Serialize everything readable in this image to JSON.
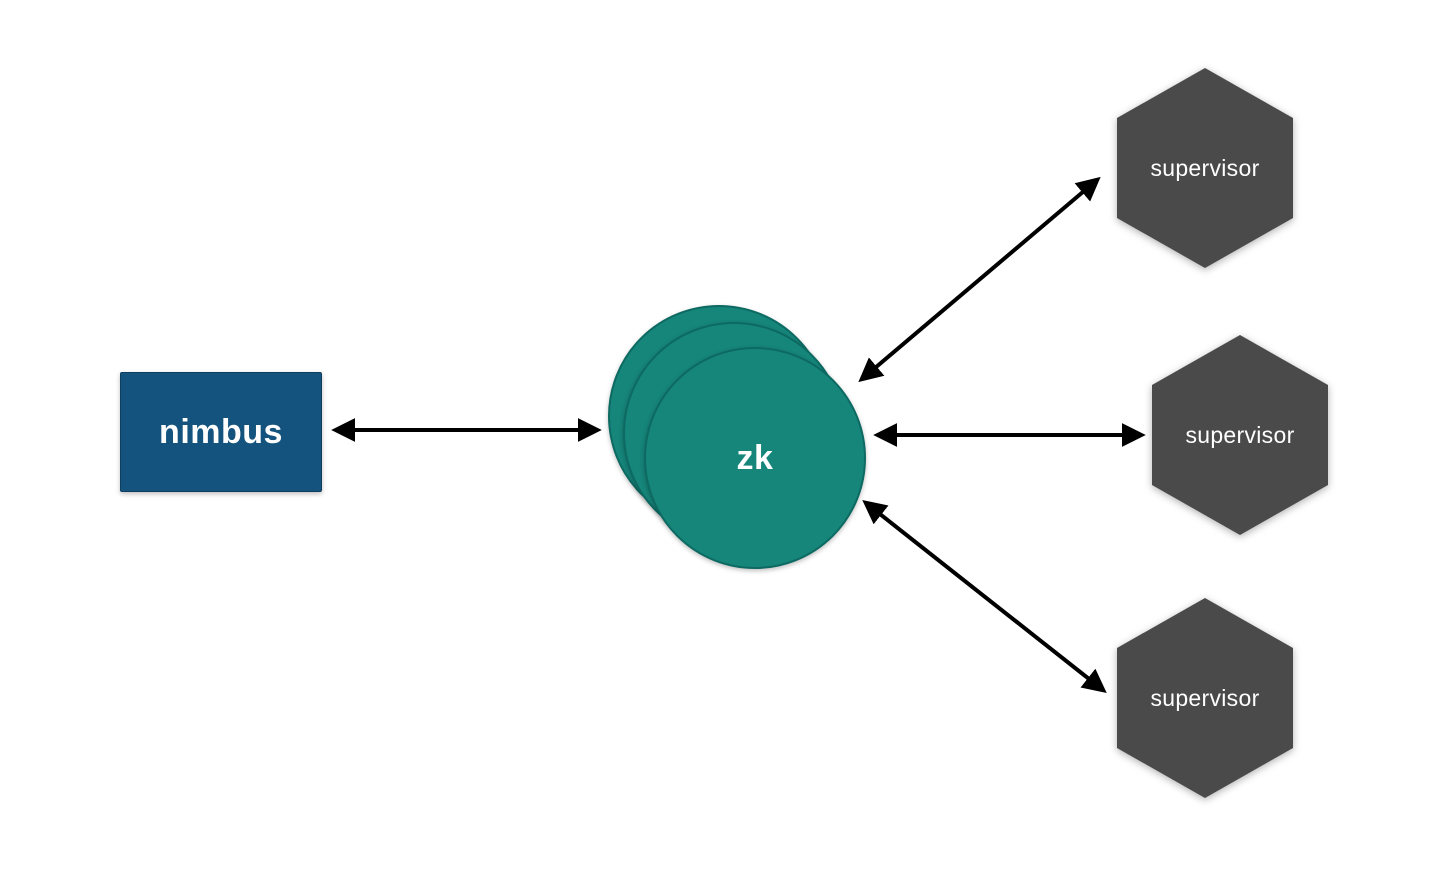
{
  "diagram": {
    "title": "storm-cluster-architecture",
    "background_color": "#ffffff",
    "nodes": {
      "nimbus": {
        "label": "nimbus",
        "shape": "rectangle",
        "color": "#14537d",
        "text_color": "#ffffff"
      },
      "zk": {
        "label": "zk",
        "shape": "stacked-circles",
        "stack_count": 3,
        "color": "#16857a",
        "text_color": "#ffffff"
      },
      "supervisor_top": {
        "label": "supervisor",
        "shape": "hexagon",
        "color": "#4a4a4a",
        "text_color": "#ffffff"
      },
      "supervisor_middle": {
        "label": "supervisor",
        "shape": "hexagon",
        "color": "#4a4a4a",
        "text_color": "#ffffff"
      },
      "supervisor_bottom": {
        "label": "supervisor",
        "shape": "hexagon",
        "color": "#4a4a4a",
        "text_color": "#ffffff"
      }
    },
    "edges": [
      {
        "from": "nimbus",
        "to": "zk",
        "type": "bidirectional-arrow",
        "color": "#000000"
      },
      {
        "from": "zk",
        "to": "supervisor_top",
        "type": "bidirectional-arrow",
        "color": "#000000"
      },
      {
        "from": "zk",
        "to": "supervisor_middle",
        "type": "bidirectional-arrow",
        "color": "#000000"
      },
      {
        "from": "zk",
        "to": "supervisor_bottom",
        "type": "bidirectional-arrow",
        "color": "#000000"
      }
    ]
  }
}
